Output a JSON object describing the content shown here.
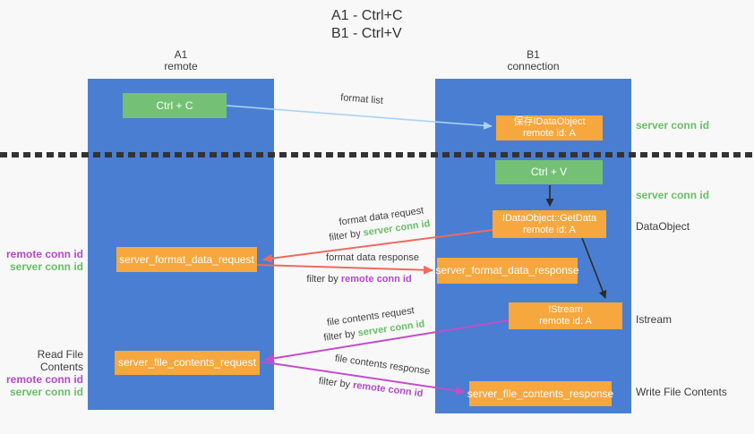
{
  "title": {
    "line1": "A1 - Ctrl+C",
    "line2": "B1 - Ctrl+V"
  },
  "lanes": {
    "left": {
      "title": "A1",
      "subtitle": "remote"
    },
    "right": {
      "title": "B1",
      "subtitle": "connection"
    }
  },
  "nodes": {
    "ctrl_c": {
      "label": "Ctrl + C"
    },
    "ctrl_v": {
      "label": "Ctrl + V"
    },
    "save_idataobject": {
      "line1": "保存IDataObject",
      "line2": "remote id: A"
    },
    "getdata": {
      "line1": "IDataObject::GetData",
      "line2": "remote id: A"
    },
    "istream": {
      "line1": "IStream",
      "line2": "remote id: A"
    },
    "server_format_data_request": {
      "label": "server_format_data_request"
    },
    "server_format_data_response": {
      "label": "server_format_data_response"
    },
    "server_file_contents_request": {
      "label": "server_file_contents_request"
    },
    "server_file_contents_response": {
      "label": "server_file_contents_response"
    }
  },
  "arrow_labels": {
    "format_list": "format list",
    "format_data_request": "format data request",
    "format_data_response": "format data response",
    "file_contents_request": "file contents request",
    "file_contents_response": "file contents response"
  },
  "terms": {
    "filter_by": "filter by",
    "server_conn_id": "server conn id",
    "remote_conn_id": "remote conn id"
  },
  "side_labels": {
    "right": {
      "server_conn_id_top": "server conn id",
      "server_conn_id_mid": "server conn id",
      "dataobject": "DataObject",
      "istream": "Istream",
      "write_file_contents": "Write File Contents"
    },
    "left": {
      "read_file_contents": "Read File Contents",
      "remote_conn_id": "remote conn id",
      "server_conn_id": "server conn id"
    }
  },
  "colors": {
    "lane_blue": "#4a7ed2",
    "node_green": "#74c176",
    "node_orange": "#f6a73e",
    "text_green": "#67bf66",
    "text_purple": "#b14ac9",
    "arrow_red": "#ee6a5f",
    "arrow_magenta": "#bf4fc9",
    "arrow_light_blue": "#a9d3ef",
    "arrow_black": "#2b2b2b",
    "background": "#f8f8f8"
  }
}
